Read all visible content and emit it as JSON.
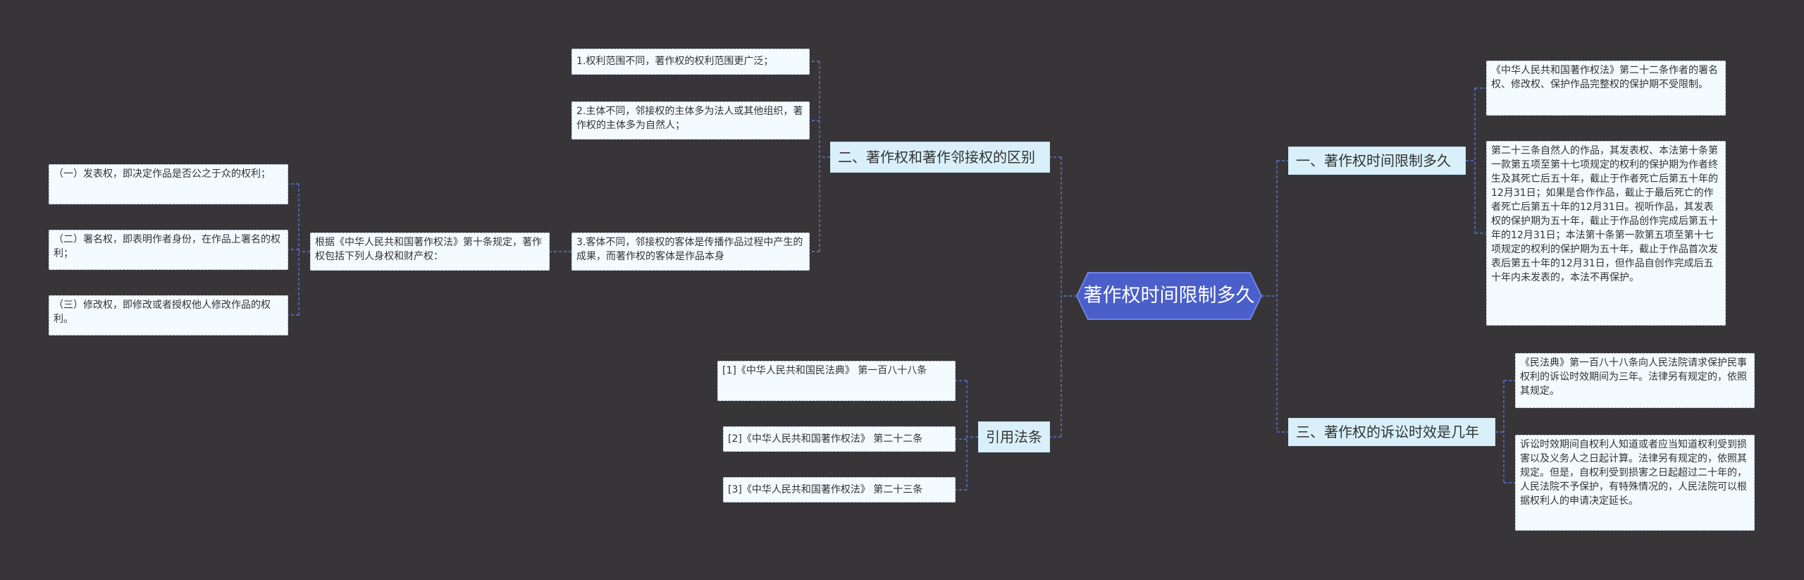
{
  "root": {
    "title": "著作权时间限制多久"
  },
  "colors": {
    "background": "#373538",
    "root_fill": "#4a5fc9",
    "branch_fill": "#d9f0fb",
    "leaf_fill": "#f4fbff",
    "connector": "#5b74d8"
  },
  "branches": {
    "b1": {
      "label": "一、著作权时间限制多久",
      "leaves": [
        "《中华人民共和国著作权法》第二十二条作者的署名权、修改权、保护作品完整权的保护期不受限制。",
        "第二十三条自然人的作品，其发表权、本法第十条第一款第五项至第十七项规定的权利的保护期为作者终生及其死亡后五十年，截止于作者死亡后第五十年的12月31日；如果是合作作品，截止于最后死亡的作者死亡后第五十年的12月31日。视听作品，其发表权的保护期为五十年，截止于作品创作完成后第五十年的12月31日；本法第十条第一款第五项至第十七项规定的权利的保护期为五十年，截止于作品首次发表后第五十年的12月31日，但作品自创作完成后五十年内未发表的，本法不再保护。"
      ]
    },
    "b3": {
      "label": "三、著作权的诉讼时效是几年",
      "leaves": [
        "《民法典》第一百八十八条向人民法院请求保护民事权利的诉讼时效期间为三年。法律另有规定的，依照其规定。",
        "诉讼时效期间自权利人知道或者应当知道权利受到损害以及义务人之日起计算。法律另有规定的，依照其规定。但是，自权利受到损害之日起超过二十年的，人民法院不予保护，有特殊情况的，人民法院可以根据权利人的申请决定延长。"
      ]
    },
    "b2": {
      "label": "二、著作权和著作邻接权的区别",
      "leaves": [
        "1.权利范围不同，著作权的权利范围更广泛；",
        "2.主体不同，邻接权的主体多为法人或其他组织，著作权的主体多为自然人；",
        "3.客体不同，邻接权的客体是传播作品过程中产生的成果，而著作权的客体是作品本身"
      ],
      "sub": {
        "label": "根据《中华人民共和国著作权法》第十条规定，著作权包括下列人身权和财产权：",
        "leaves": [
          "（一）发表权，即决定作品是否公之于众的权利；",
          "（二）署名权，即表明作者身份，在作品上署名的权利；",
          "（三）修改权，即修改或者授权他人修改作品的权利。"
        ]
      }
    },
    "b4": {
      "label": "引用法条",
      "leaves": [
        "[1]《中华人民共和国民法典》 第一百八十八条",
        "[2]《中华人民共和国著作权法》 第二十二条",
        "[3]《中华人民共和国著作权法》 第二十三条"
      ]
    }
  }
}
